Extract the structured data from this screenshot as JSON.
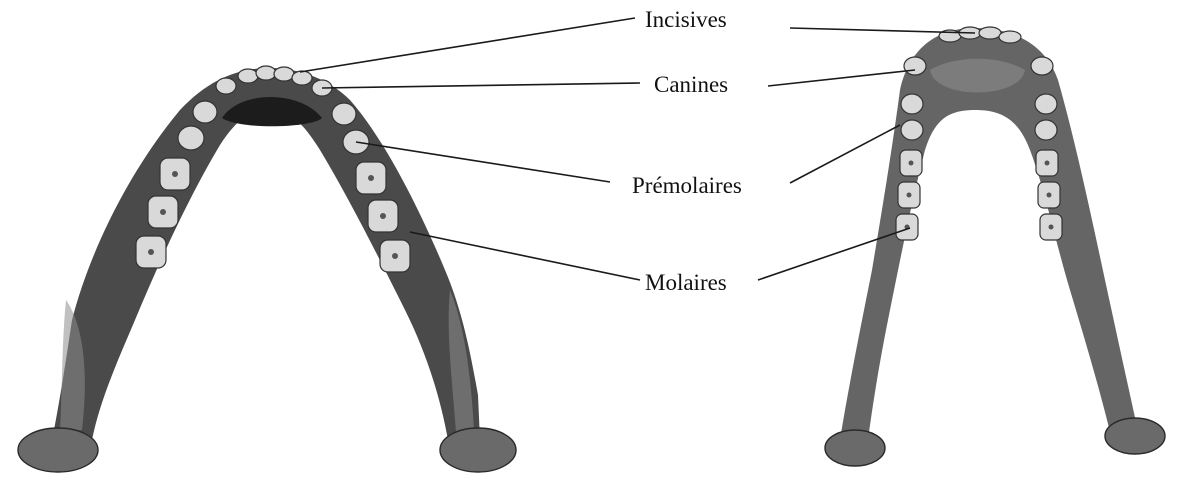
{
  "labels": {
    "incisives": "Incisives",
    "canines": "Canines",
    "premolaires": "Prémolaires",
    "molaires": "Molaires"
  },
  "colors": {
    "bone": "#4a4a4a",
    "bone_dark": "#1c1c1c",
    "tooth": "#d9d9d9",
    "text": "#111111",
    "background": "#ffffff"
  }
}
